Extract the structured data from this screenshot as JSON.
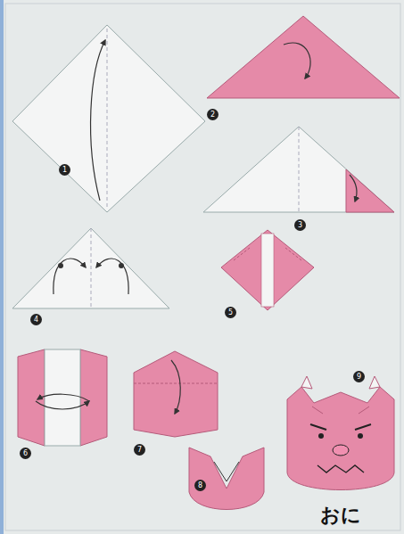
{
  "diagram": {
    "title": "おに",
    "labels": [
      "1",
      "2",
      "3",
      "4",
      "5",
      "6",
      "7",
      "8",
      "9"
    ]
  }
}
